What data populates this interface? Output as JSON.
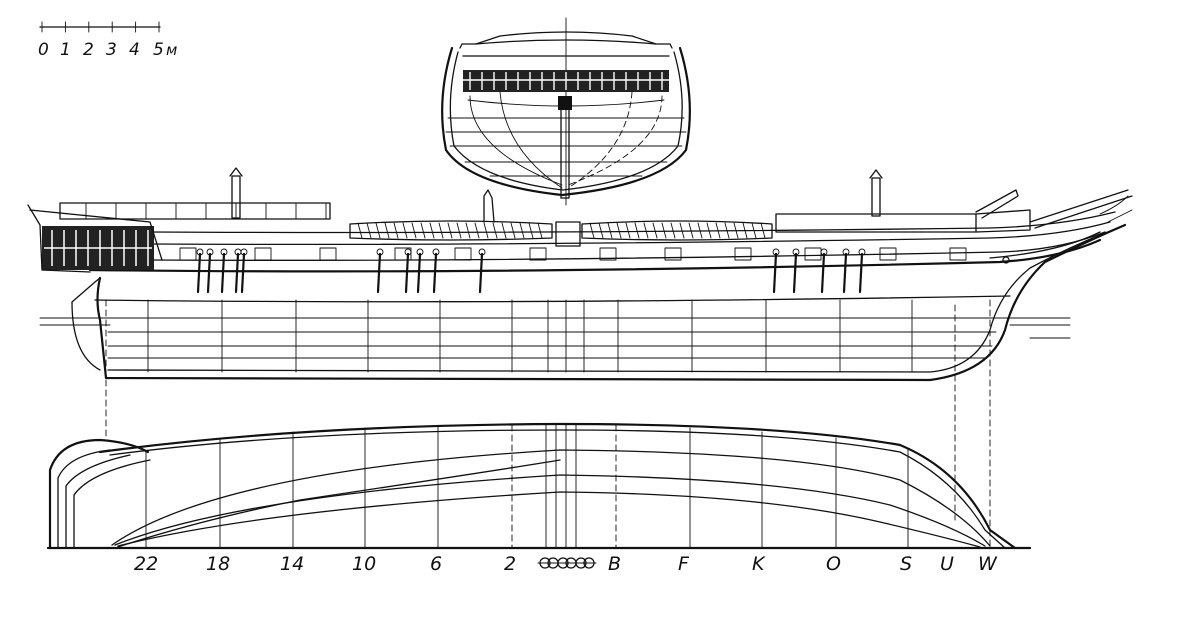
{
  "scale_bar": {
    "ticks": [
      "0",
      "1",
      "2",
      "3",
      "4",
      "5"
    ],
    "unit": "м"
  },
  "station_labels": [
    "22",
    "18",
    "14",
    "10",
    "6",
    "2",
    "B",
    "F",
    "K",
    "O",
    "S",
    "U",
    "W"
  ]
}
